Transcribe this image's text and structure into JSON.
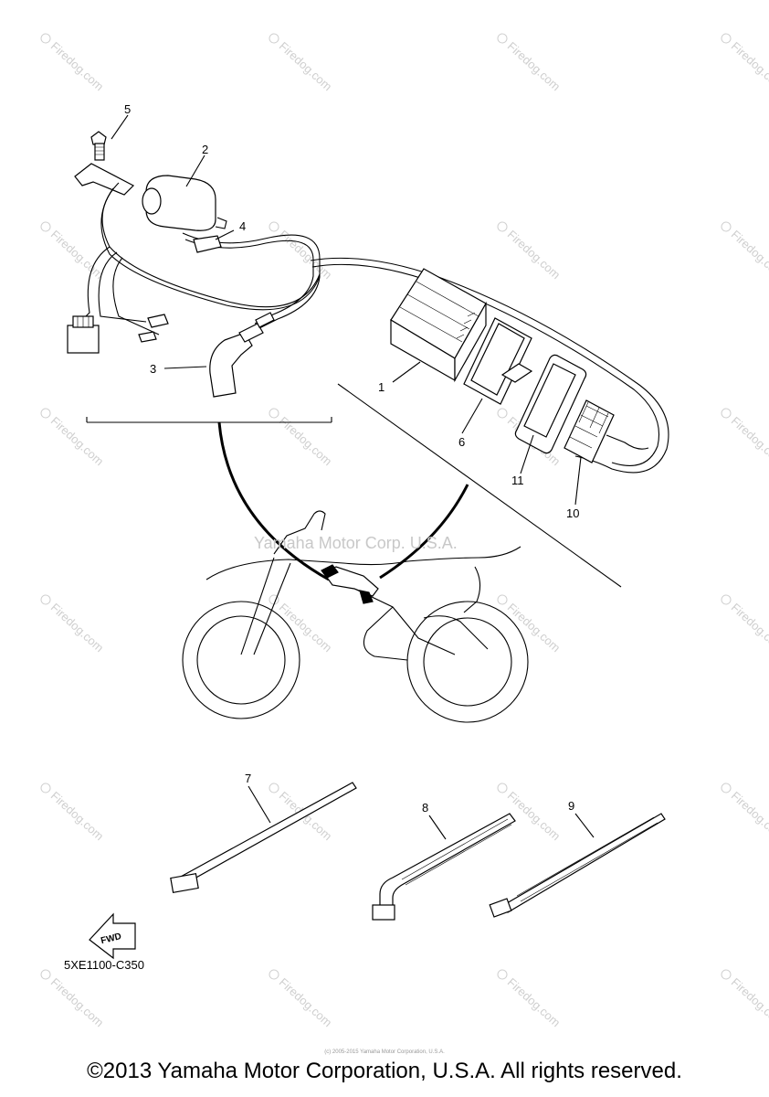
{
  "labels": {
    "p1": "1",
    "p2": "2",
    "p3": "3",
    "p4": "4",
    "p5": "5",
    "p6": "6",
    "p7": "7",
    "p8": "8",
    "p9": "9",
    "p10": "10",
    "p11": "11"
  },
  "fwd_label": "FWD",
  "diagram_code": "5XE1100-C350",
  "center_watermark": "Yamaha Motor Corp. U.S.A.",
  "watermark_text": "Firedog.com",
  "tiny_notice": "(c) 2005-2015 Yamaha Motor Corporation, U.S.A.",
  "footer": "©2013 Yamaha Motor Corporation, U.S.A. All rights reserved."
}
